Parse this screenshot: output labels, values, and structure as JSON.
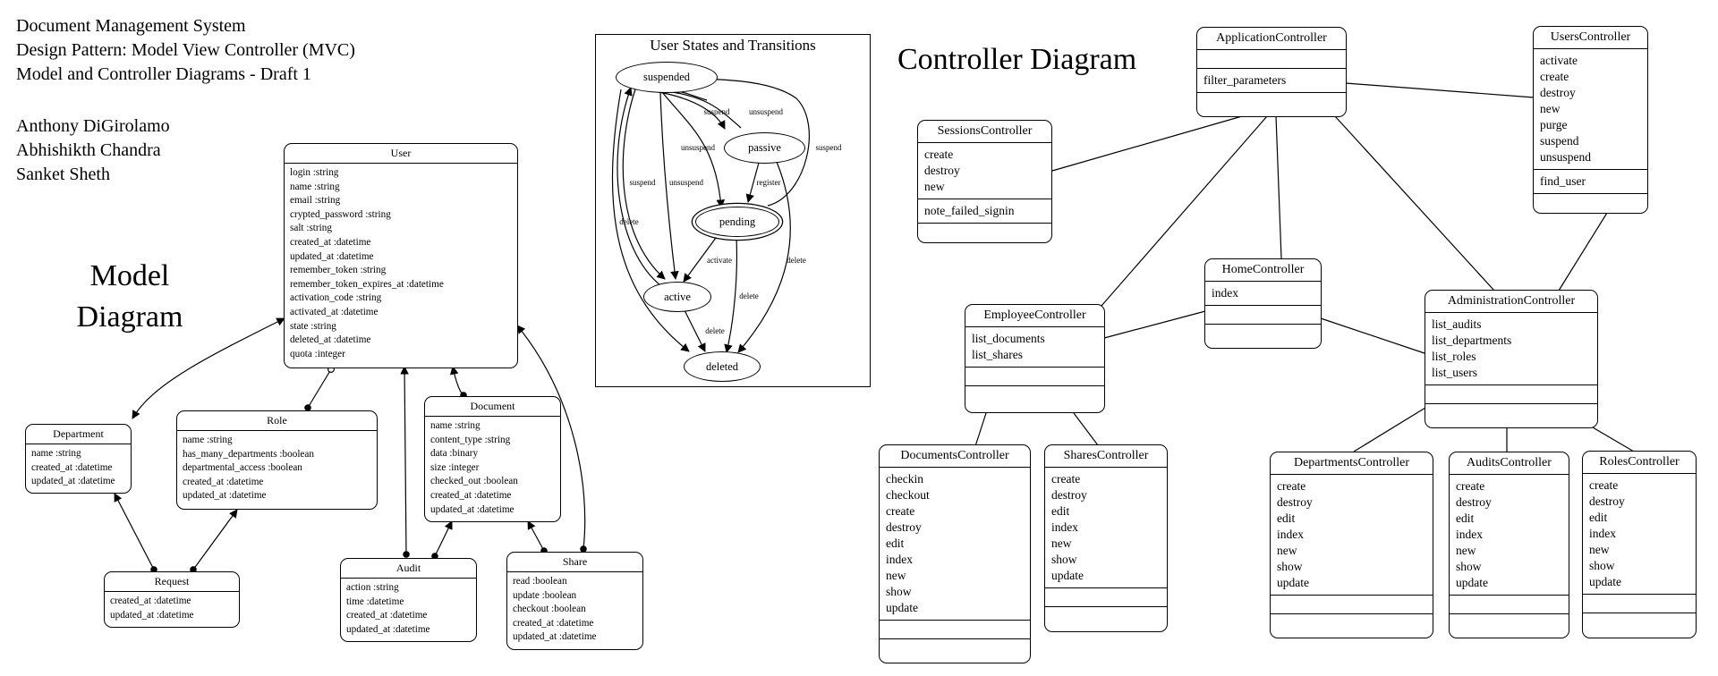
{
  "header": {
    "line1": "Document Management System",
    "line2": "Design Pattern: Model View Controller (MVC)",
    "line3": "Model and Controller Diagrams - Draft 1",
    "authors": [
      "Anthony DiGirolamo",
      "Abhishikth Chandra",
      "Sanket Sheth"
    ]
  },
  "model_diagram": {
    "label_line1": "Model",
    "label_line2": "Diagram",
    "entities": {
      "user": {
        "name": "User",
        "attributes": [
          "login :string",
          "name :string",
          "email :string",
          "crypted_password :string",
          "salt :string",
          "created_at :datetime",
          "updated_at :datetime",
          "remember_token :string",
          "remember_token_expires_at :datetime",
          "activation_code :string",
          "activated_at :datetime",
          "state :string",
          "deleted_at :datetime",
          "quota :integer"
        ]
      },
      "department": {
        "name": "Department",
        "attributes": [
          "name :string",
          "created_at :datetime",
          "updated_at :datetime"
        ]
      },
      "role": {
        "name": "Role",
        "attributes": [
          "name :string",
          "has_many_departments :boolean",
          "departmental_access :boolean",
          "created_at :datetime",
          "updated_at :datetime"
        ]
      },
      "document": {
        "name": "Document",
        "attributes": [
          "name :string",
          "content_type :string",
          "data :binary",
          "size :integer",
          "checked_out :boolean",
          "created_at :datetime",
          "updated_at :datetime"
        ]
      },
      "request": {
        "name": "Request",
        "attributes": [
          "created_at :datetime",
          "updated_at :datetime"
        ]
      },
      "audit": {
        "name": "Audit",
        "attributes": [
          "action :string",
          "time :datetime",
          "created_at :datetime",
          "updated_at :datetime"
        ]
      },
      "share": {
        "name": "Share",
        "attributes": [
          "read :boolean",
          "update :boolean",
          "checkout :boolean",
          "created_at :datetime",
          "updated_at :datetime"
        ]
      }
    }
  },
  "state_diagram": {
    "title": "User States and Transitions",
    "states": {
      "suspended": "suspended",
      "passive": "passive",
      "pending": "pending",
      "active": "active",
      "deleted": "deleted"
    },
    "edge_labels": {
      "suspend_a": "suspend",
      "unsuspend_a": "unsuspend",
      "unsuspend_b": "unsuspend",
      "suspend_b": "suspend",
      "suspend_c": "suspend",
      "unsuspend_c": "unsuspend",
      "register": "register",
      "delete_a": "delete",
      "activate": "activate",
      "delete_b": "delete",
      "delete_c": "delete",
      "delete_d": "delete"
    }
  },
  "controller_diagram": {
    "title": "Controller Diagram",
    "controllers": {
      "application": {
        "name": "ApplicationController",
        "methods": [],
        "private_methods": [
          "filter_parameters"
        ]
      },
      "users": {
        "name": "UsersController",
        "methods": [
          "activate",
          "create",
          "destroy",
          "new",
          "purge",
          "suspend",
          "unsuspend"
        ],
        "private_methods": [
          "find_user"
        ]
      },
      "sessions": {
        "name": "SessionsController",
        "methods": [
          "create",
          "destroy",
          "new"
        ],
        "private_methods": [
          "note_failed_signin"
        ]
      },
      "home": {
        "name": "HomeController",
        "methods": [
          "index"
        ],
        "private_methods": []
      },
      "employee": {
        "name": "EmployeeController",
        "methods": [
          "list_documents",
          "list_shares"
        ],
        "private_methods": []
      },
      "administration": {
        "name": "AdministrationController",
        "methods": [
          "list_audits",
          "list_departments",
          "list_roles",
          "list_users"
        ],
        "private_methods": []
      },
      "documents": {
        "name": "DocumentsController",
        "methods": [
          "checkin",
          "checkout",
          "create",
          "destroy",
          "edit",
          "index",
          "new",
          "show",
          "update"
        ],
        "private_methods": []
      },
      "shares": {
        "name": "SharesController",
        "methods": [
          "create",
          "destroy",
          "edit",
          "index",
          "new",
          "show",
          "update"
        ],
        "private_methods": []
      },
      "departments": {
        "name": "DepartmentsController",
        "methods": [
          "create",
          "destroy",
          "edit",
          "index",
          "new",
          "show",
          "update"
        ],
        "private_methods": []
      },
      "audits": {
        "name": "AuditsController",
        "methods": [
          "create",
          "destroy",
          "edit",
          "index",
          "new",
          "show",
          "update"
        ],
        "private_methods": []
      },
      "roles": {
        "name": "RolesController",
        "methods": [
          "create",
          "destroy",
          "edit",
          "index",
          "new",
          "show",
          "update"
        ],
        "private_methods": []
      }
    }
  }
}
